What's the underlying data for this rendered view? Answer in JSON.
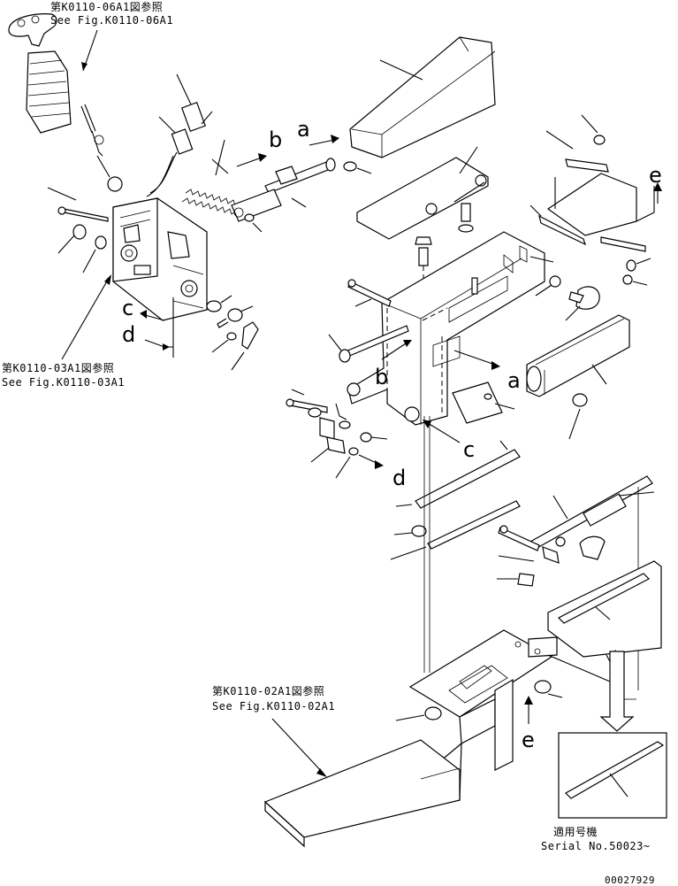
{
  "references": {
    "ref_06a1_jp": "第K0110-06A1図参照",
    "ref_06a1_en": "See Fig.K0110-06A1",
    "ref_03a1_jp": "第K0110-03A1図参照",
    "ref_03a1_en": "See Fig.K0110-03A1",
    "ref_02a1_jp": "第K0110-02A1図参照",
    "ref_02a1_en": "See Fig.K0110-02A1"
  },
  "serial": {
    "label_jp": "適用号機",
    "label_en": "Serial No.50023~"
  },
  "drawing_number": "00027929",
  "callout_letters": {
    "a_top": "a",
    "b_top": "b",
    "c_left": "c",
    "d_left": "d",
    "e_right": "e",
    "b_center": "b",
    "a_center": "a",
    "c_center": "c",
    "d_center": "d",
    "e_bottom": "e"
  }
}
